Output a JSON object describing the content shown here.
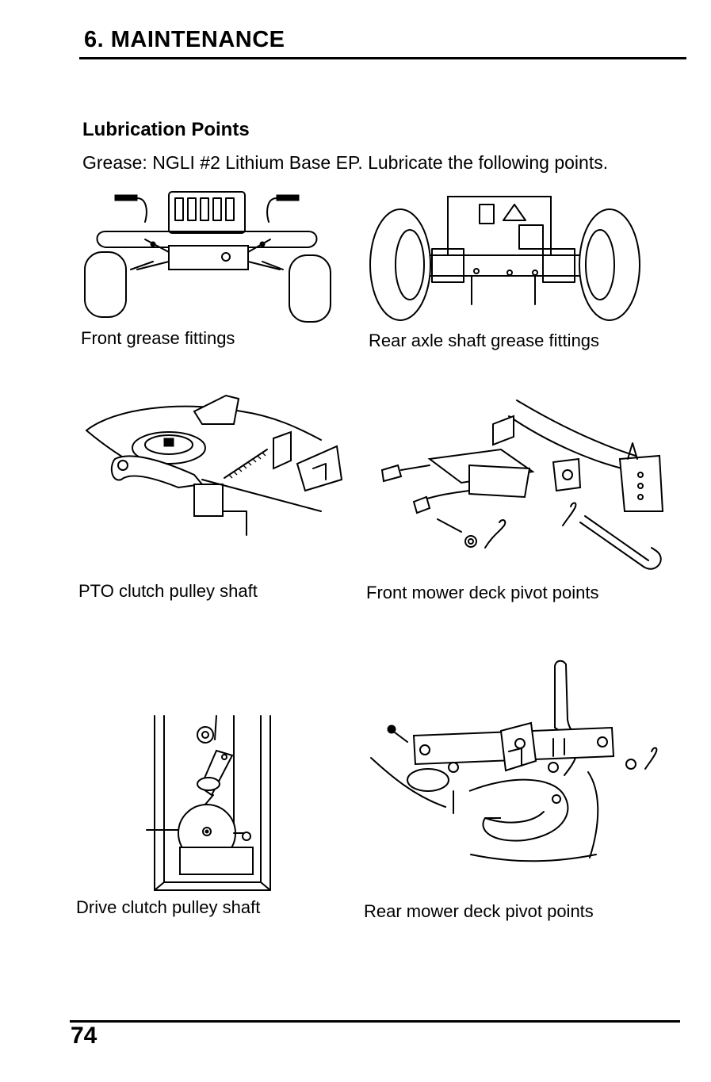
{
  "header": {
    "title": "6. MAINTENANCE"
  },
  "section": {
    "heading": "Lubrication Points",
    "intro": "Grease: NGLI #2 Lithium Base EP. Lubricate the following points."
  },
  "figures": [
    {
      "id": "front-grease",
      "caption": "Front grease fittings"
    },
    {
      "id": "rear-axle",
      "caption": "Rear axle shaft grease fittings"
    },
    {
      "id": "pto-clutch",
      "caption": "PTO clutch pulley shaft"
    },
    {
      "id": "front-deck-pivot",
      "caption": "Front mower deck pivot points"
    },
    {
      "id": "drive-clutch",
      "caption": "Drive clutch pulley shaft"
    },
    {
      "id": "rear-deck-pivot",
      "caption": "Rear mower deck pivot points"
    }
  ],
  "footer": {
    "page_number": "74"
  }
}
